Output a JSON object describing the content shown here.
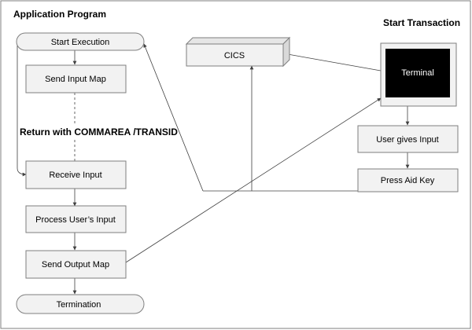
{
  "headings": {
    "application_program": "Application Program",
    "start_transaction": "Start Transaction",
    "return_note": "Return with COMMAREA /TRANSID"
  },
  "nodes": {
    "start_execution": "Start Execution",
    "send_input_map": "Send Input Map",
    "receive_input": "Receive Input",
    "process_users_input": "Process User’s Input",
    "send_output_map": "Send Output Map",
    "termination": "Termination",
    "cics": "CICS",
    "terminal": "Terminal",
    "user_gives_input": "User gives Input",
    "press_aid_key": "Press Aid Key"
  },
  "colors": {
    "box_fill": "#f2f2f2",
    "box_stroke": "#7f7f7f",
    "terminal_screen": "#000000",
    "line": "#404040"
  }
}
